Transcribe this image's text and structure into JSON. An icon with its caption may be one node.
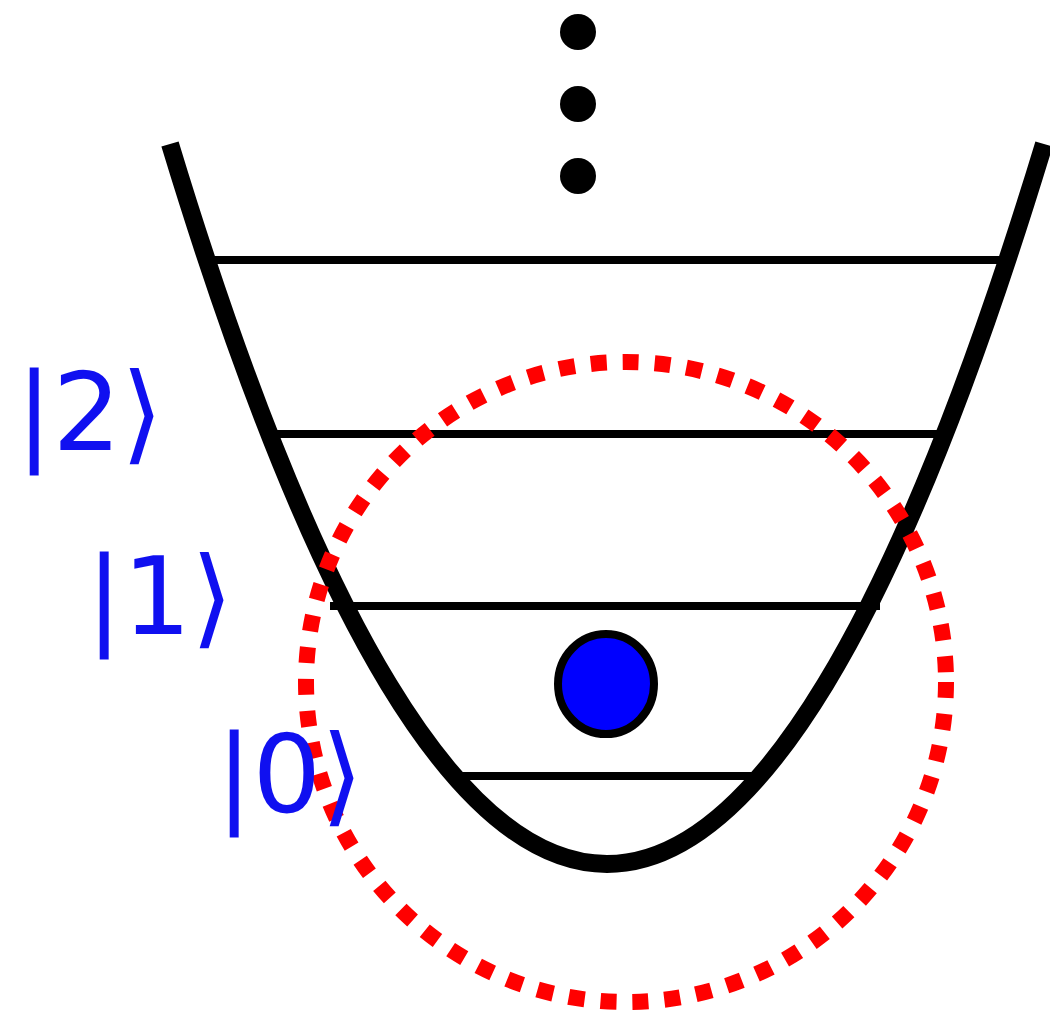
{
  "diagram": {
    "labels": [
      "|2⟩",
      "|1⟩",
      "|0⟩"
    ]
  }
}
